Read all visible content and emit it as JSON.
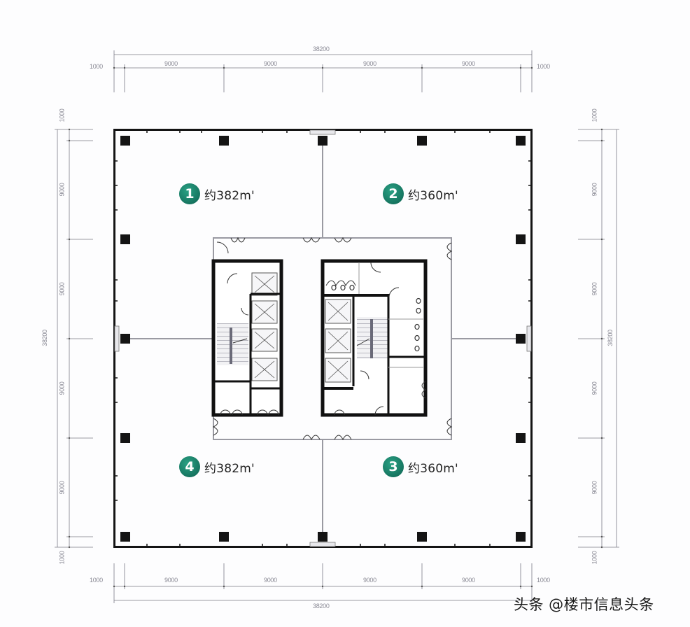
{
  "drawing": {
    "type": "office floor plan",
    "dimensions": {
      "top_total": "38200",
      "top_segments": [
        "1000",
        "9000",
        "9000",
        "9000",
        "9000",
        "1000"
      ],
      "bottom_total": "38200",
      "bottom_segments": [
        "1000",
        "9000",
        "9000",
        "9000",
        "9000",
        "1000"
      ],
      "left_total": "38200",
      "left_segments": [
        "1000",
        "9000",
        "9000",
        "9000",
        "9000",
        "1000"
      ],
      "right_total": "38200",
      "right_segments": [
        "1000",
        "9000",
        "9000",
        "9000",
        "9000",
        "1000"
      ]
    },
    "units": [
      {
        "number": "1",
        "area": "约382m²",
        "area_display": "约382m'",
        "position": "top-left"
      },
      {
        "number": "2",
        "area": "约360m²",
        "area_display": "约360m'",
        "position": "top-right"
      },
      {
        "number": "3",
        "area": "约360m²",
        "area_display": "约360m'",
        "position": "bottom-right"
      },
      {
        "number": "4",
        "area": "约382m²",
        "area_display": "约382m'",
        "position": "bottom-left"
      }
    ],
    "core": {
      "left_block": [
        "stair",
        "elevators x4",
        "shaft rooms"
      ],
      "right_block": [
        "restrooms",
        "stair",
        "elevators x3",
        "service rooms"
      ]
    },
    "colors": {
      "badge": "#167560",
      "wall": "#111111",
      "dimension_line": "#777780",
      "background": "#fdfdfe"
    }
  },
  "watermark": "头条 @楼市信息头条"
}
